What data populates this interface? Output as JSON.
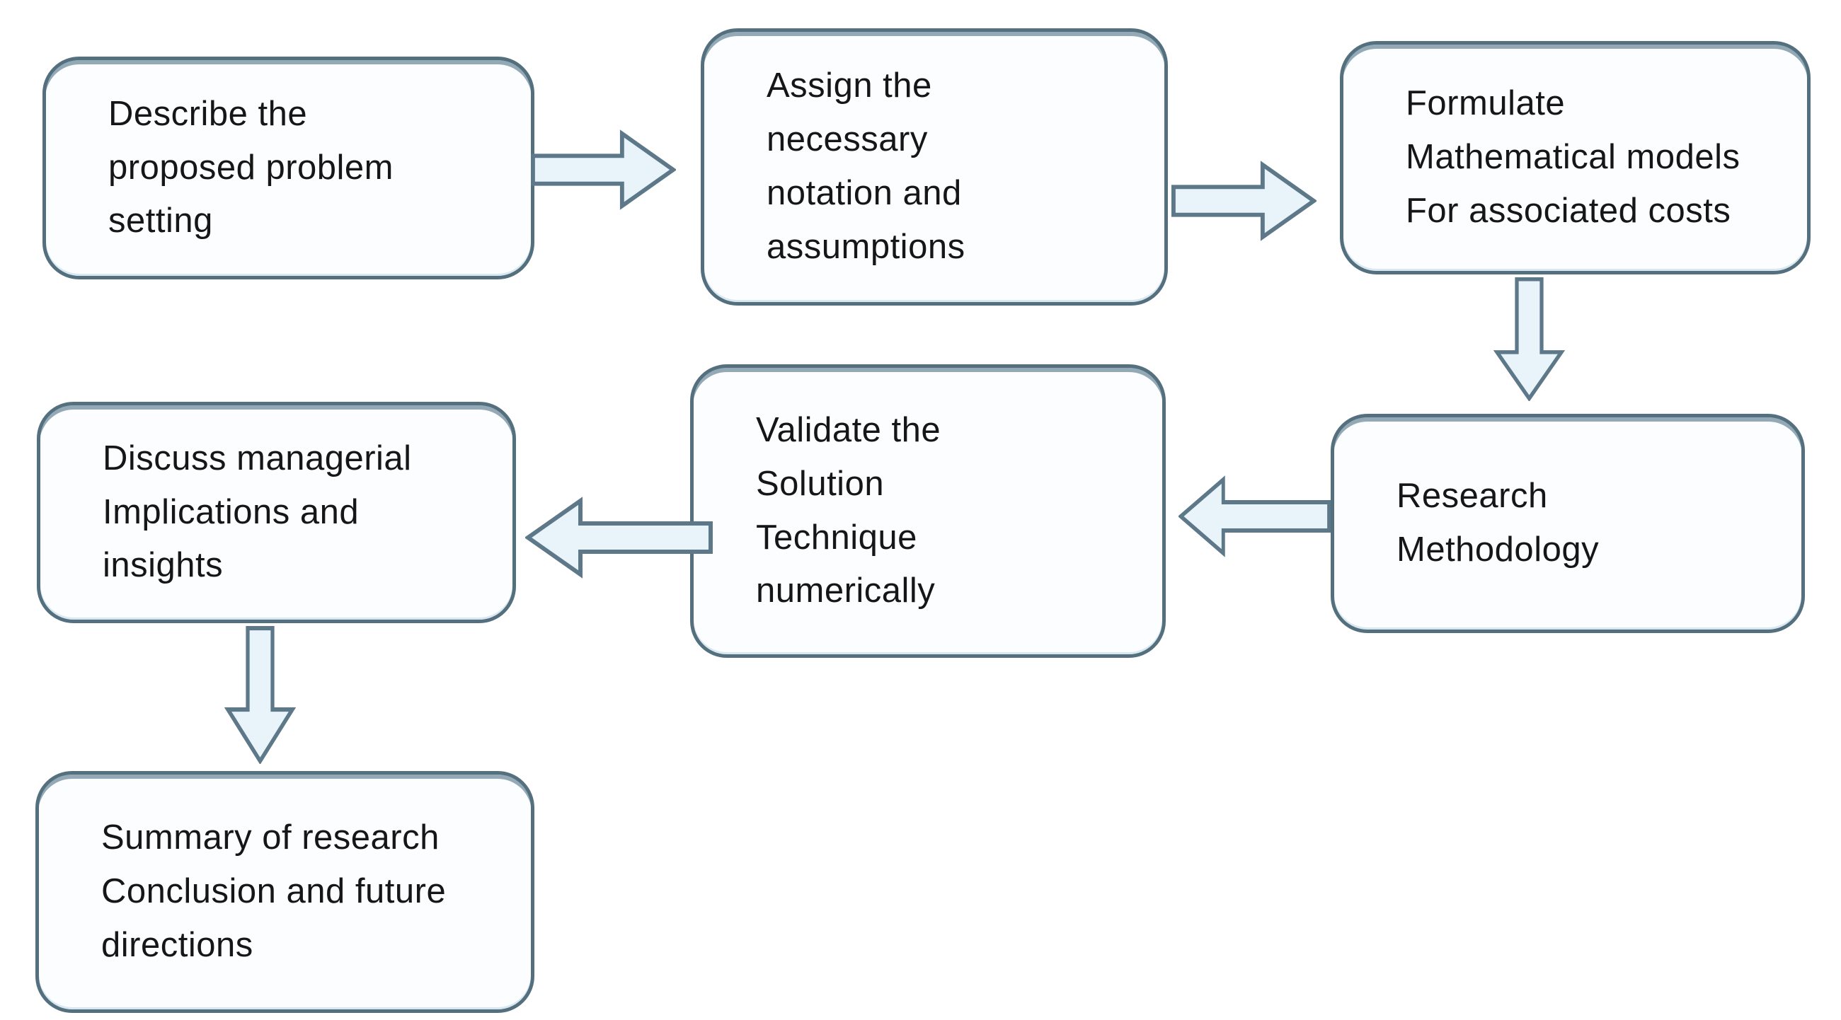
{
  "diagram": {
    "type": "flowchart",
    "nodes": [
      {
        "id": "describe",
        "label": "Describe the\nproposed problem\nsetting"
      },
      {
        "id": "assign",
        "label": "Assign the\nnecessary\nnotation and\nassumptions"
      },
      {
        "id": "formulate",
        "label": "Formulate\nMathematical models\nFor associated costs"
      },
      {
        "id": "research",
        "label": "Research\nMethodology"
      },
      {
        "id": "validate",
        "label": "Validate the\nSolution\nTechnique\nnumerically"
      },
      {
        "id": "discuss",
        "label": "Discuss managerial\nImplications and\ninsights"
      },
      {
        "id": "summary",
        "label": "Summary of research\nConclusion and future\ndirections"
      }
    ],
    "edges": [
      {
        "from": "describe",
        "to": "assign",
        "direction": "right"
      },
      {
        "from": "assign",
        "to": "formulate",
        "direction": "right"
      },
      {
        "from": "formulate",
        "to": "research",
        "direction": "down"
      },
      {
        "from": "research",
        "to": "validate",
        "direction": "left"
      },
      {
        "from": "validate",
        "to": "discuss",
        "direction": "left"
      },
      {
        "from": "discuss",
        "to": "summary",
        "direction": "down"
      }
    ]
  },
  "colors": {
    "box_border": "#54707f",
    "box_top_band": "#93a9b5",
    "box_fill": "#fbfdfe",
    "arrow_fill": "#e9f3fa",
    "arrow_stroke": "#5d7888",
    "text": "#161616",
    "background": "#ffffff"
  }
}
